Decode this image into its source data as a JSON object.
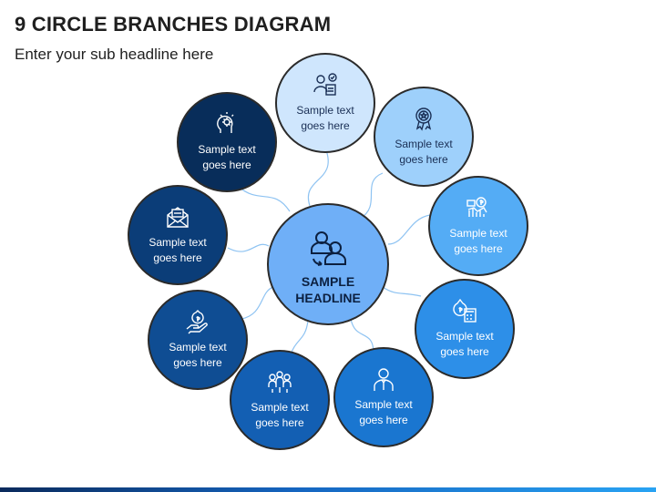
{
  "header": {
    "title": "9 CIRCLE BRANCHES DIAGRAM",
    "subtitle": "Enter your sub headline here"
  },
  "center": {
    "headline": "SAMPLE HEADLINE",
    "icon": "team-users-icon",
    "color": "#6faff7"
  },
  "nodes": [
    {
      "label": "Sample text goes here",
      "icon": "teacher-report-icon",
      "color": "#cfe6fd"
    },
    {
      "label": "Sample text goes here",
      "icon": "award-ribbon-icon",
      "color": "#9ed0fb"
    },
    {
      "label": "Sample text goes here",
      "icon": "money-chart-icon",
      "color": "#54acf5"
    },
    {
      "label": "Sample text goes here",
      "icon": "budget-calculator-icon",
      "color": "#2d8fe8"
    },
    {
      "label": "Sample text goes here",
      "icon": "businessman-icon",
      "color": "#1a76d0"
    },
    {
      "label": "Sample text goes here",
      "icon": "team-growth-icon",
      "color": "#135fb3"
    },
    {
      "label": "Sample text goes here",
      "icon": "hand-money-icon",
      "color": "#0f4d93"
    },
    {
      "label": "Sample text goes here",
      "icon": "offer-envelope-icon",
      "color": "#0b3d78"
    },
    {
      "label": "Sample text goes here",
      "icon": "mind-idea-icon",
      "color": "#082d5a"
    }
  ]
}
